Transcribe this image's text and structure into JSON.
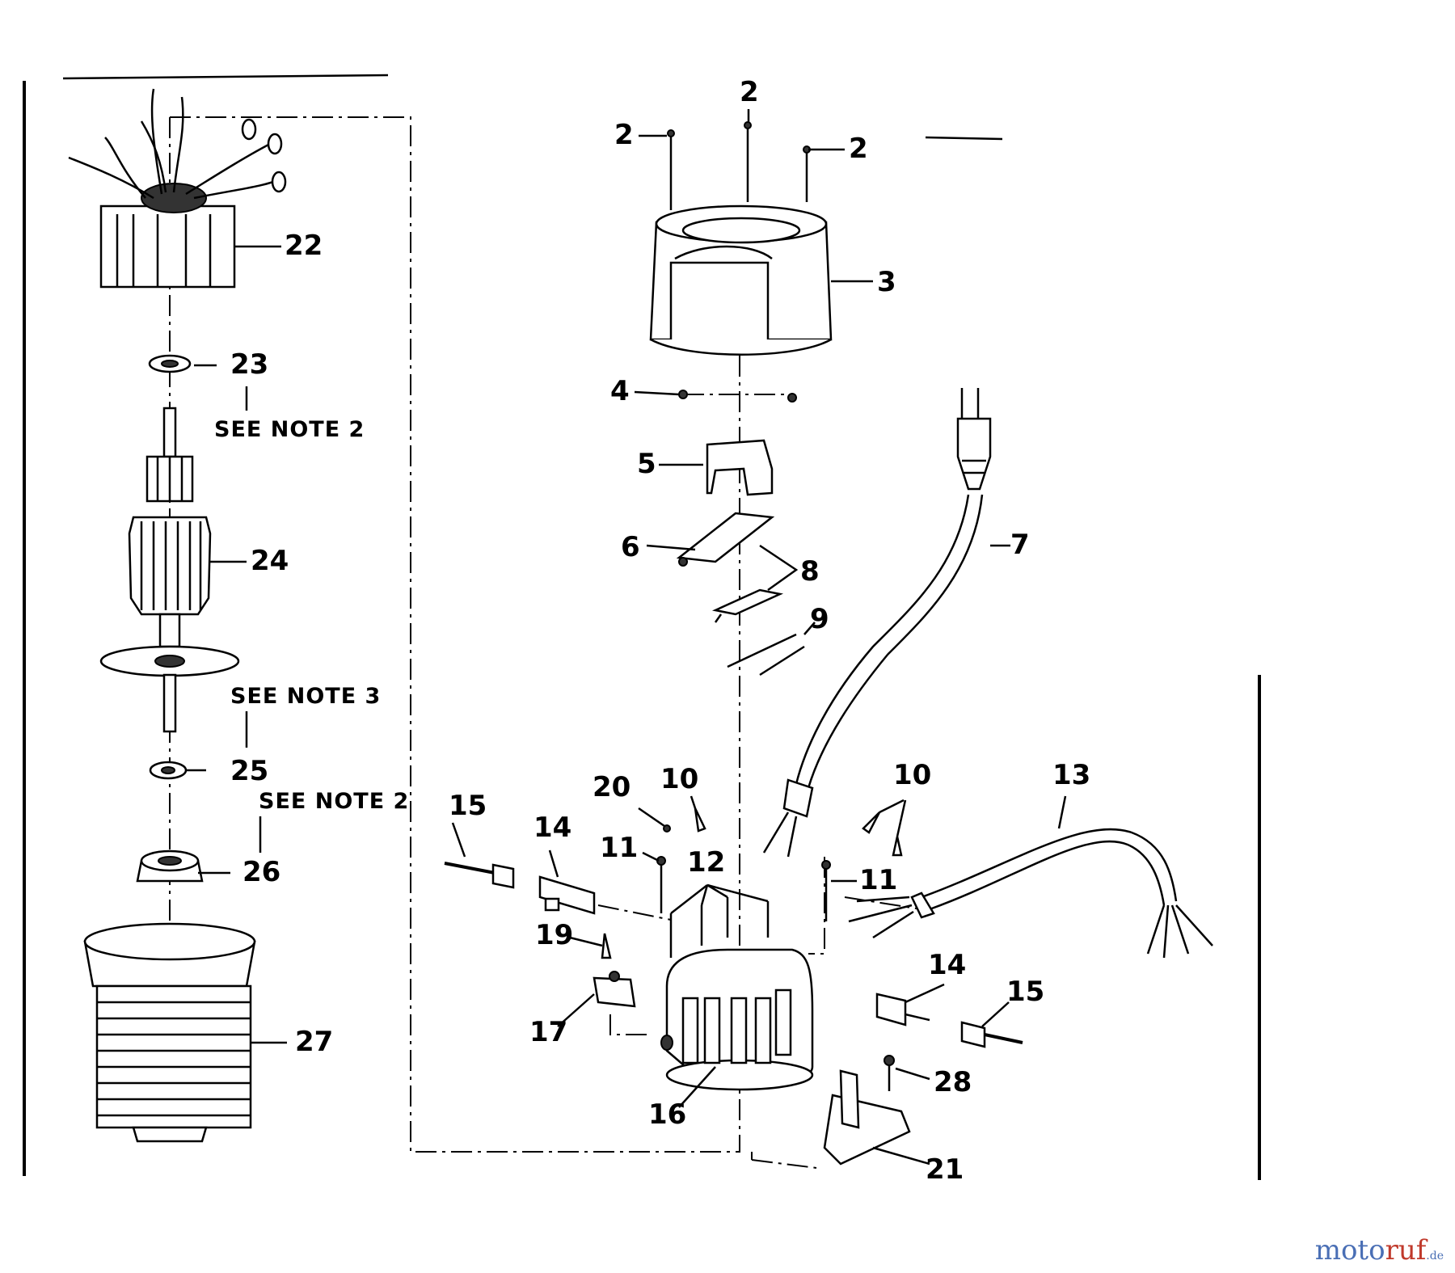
{
  "labels": {
    "p2a": "2",
    "p2b": "2",
    "p2c": "2",
    "p3": "3",
    "p4": "4",
    "p5": "5",
    "p6": "6",
    "p7": "7",
    "p8": "8",
    "p9": "9",
    "p10a": "10",
    "p10b": "10",
    "p11a": "11",
    "p11b": "11",
    "p12": "12",
    "p13": "13",
    "p14a": "14",
    "p14b": "14",
    "p15a": "15",
    "p15b": "15",
    "p16": "16",
    "p17": "17",
    "p19": "19",
    "p20": "20",
    "p21": "21",
    "p22": "22",
    "p23": "23",
    "p24": "24",
    "p25": "25",
    "p26": "26",
    "p27": "27",
    "p28": "28"
  },
  "notes": {
    "note_23": "SEE NOTE 2",
    "note_25": "SEE NOTE 3",
    "note_26": "SEE NOTE 2"
  },
  "watermark": {
    "part1": "moto",
    "part2": "ruf",
    "part3": ".de"
  }
}
